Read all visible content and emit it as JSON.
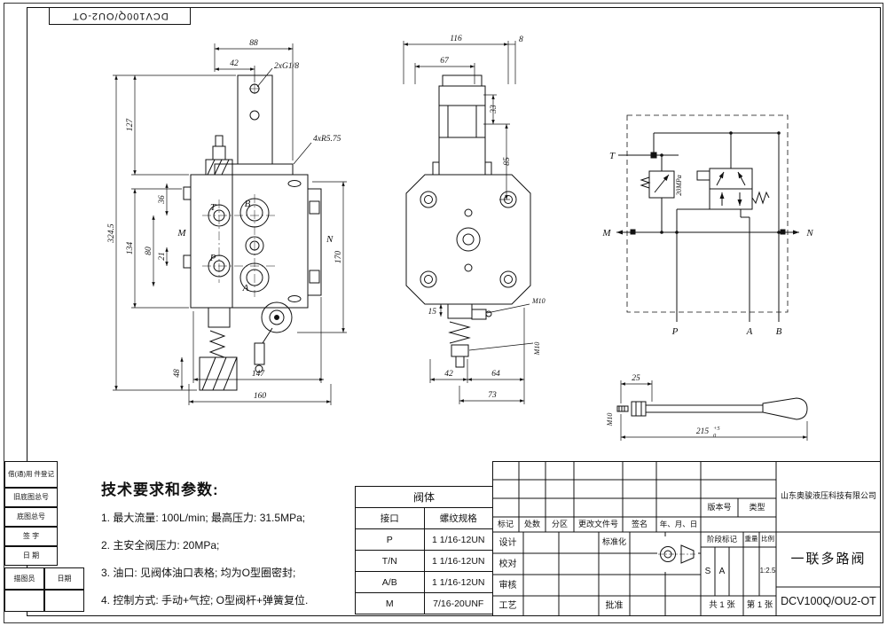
{
  "sheet": {
    "stamp": "DCV100Q/OU2-OT"
  },
  "front": {
    "dim_88": "88",
    "dim_42": "42",
    "thread_note": "2xG1/8",
    "radius_note": "4xR5.75",
    "dim_127": "127",
    "dim_324_5": "324.5",
    "dim_134": "134",
    "dim_80": "80",
    "dim_36": "36",
    "dim_21": "21",
    "dim_170": "170",
    "dim_48": "48",
    "dim_147": "147",
    "dim_160": "160",
    "port_t": "T",
    "port_b": "B",
    "port_p": "P",
    "port_a": "A",
    "port_m": "M",
    "port_n": "N"
  },
  "side": {
    "dim_116": "116",
    "dim_8": "8",
    "dim_67": "67",
    "dim_33": "33",
    "dim_85": "85",
    "dim_15": "15",
    "m10_top": "M10",
    "m10_side": "M10",
    "dim_42": "42",
    "dim_64": "64",
    "dim_73": "73"
  },
  "schematic": {
    "t": "T",
    "m": "M",
    "n": "N",
    "p": "P",
    "a": "A",
    "b": "B",
    "relief": "20MPa"
  },
  "lever": {
    "dim_25": "25",
    "dim_215": "215",
    "tol_plus": "+5",
    "tol_zero": "0",
    "thread": "M10"
  },
  "notes": {
    "title": "技术要求和参数:",
    "line1": "1. 最大流量: 100L/min; 最高压力: 31.5MPa;",
    "line2": "2. 主安全阀压力: 20MPa;",
    "line3": "3. 油口: 见阀体油口表格; 均为O型圈密封;",
    "line4": "4. 控制方式: 手动+气控; O型阀杆+弹簧复位."
  },
  "port_table": {
    "title": "阀体",
    "col_port": "接口",
    "col_thread": "螺纹规格",
    "rows": [
      {
        "port": "P",
        "thread": "1 1/16-12UN"
      },
      {
        "port": "T/N",
        "thread": "1 1/16-12UN"
      },
      {
        "port": "A/B",
        "thread": "1 1/16-12UN"
      },
      {
        "port": "M",
        "thread": "7/16-20UNF"
      }
    ]
  },
  "left_margin": {
    "row1": "借(通)用 件登记",
    "row2": "旧底图总号",
    "row3": "底图总号",
    "row4": "签 字",
    "row5": "日 期",
    "bottom_left": "描图员",
    "bottom_right": "日期"
  },
  "title_block": {
    "version_label": "版本号",
    "type_label": "类型",
    "h_mark": "标记",
    "h_count": "处数",
    "h_zone": "分区",
    "h_doc": "更改文件号",
    "h_sign": "签名",
    "h_date": "年、月、日",
    "design": "设计",
    "standard": "标准化",
    "stage_label": "阶段标记",
    "weight_label": "重量",
    "scale_label": "比例",
    "check": "校对",
    "review": "审核",
    "process": "工艺",
    "approve": "批准",
    "stage_s": "S",
    "stage_a": "A",
    "scale": "1:2.5",
    "total_sheets": "共 1 张",
    "sheet_no": "第 1 张",
    "company": "山东奥骏液压科技有限公司",
    "product": "一联多路阀",
    "drawing_no": "DCV100Q/OU2-OT"
  }
}
